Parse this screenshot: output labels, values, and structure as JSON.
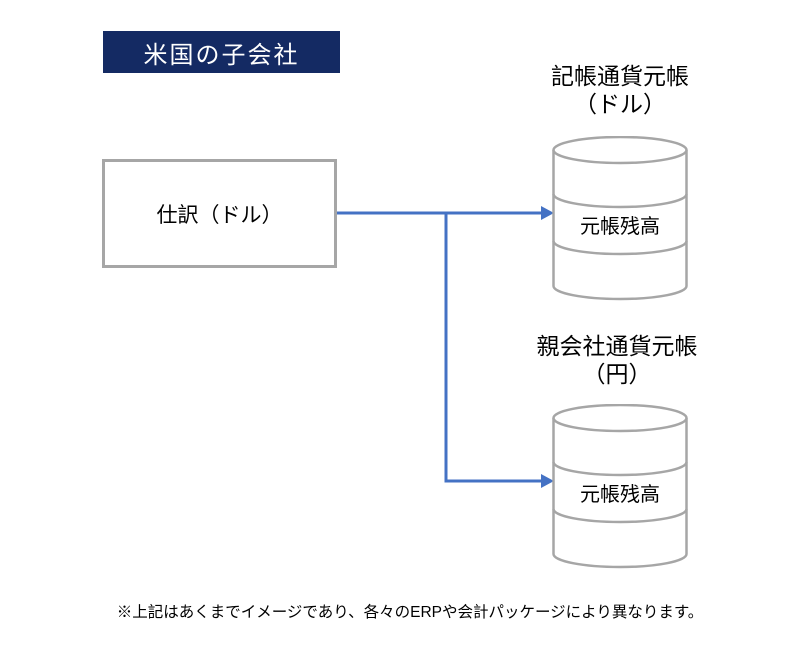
{
  "colors": {
    "header_bg": "#142a63",
    "header_text": "#ffffff",
    "connector": "#4472c4",
    "shape_border": "#a6a6a6",
    "text": "#000000",
    "canvas_bg": "#ffffff"
  },
  "header": {
    "label": "米国の子会社"
  },
  "journal_box": {
    "label": "仕訳（ドル）"
  },
  "ledgers": [
    {
      "title": "記帳通貨元帳",
      "currency": "（ドル）",
      "balance_label": "元帳残高"
    },
    {
      "title": "親会社通貨元帳",
      "currency": "（円）",
      "balance_label": "元帳残高"
    }
  ],
  "footnote": "※上記はあくまでイメージであり、各々のERPや会計パッケージにより異なります。"
}
